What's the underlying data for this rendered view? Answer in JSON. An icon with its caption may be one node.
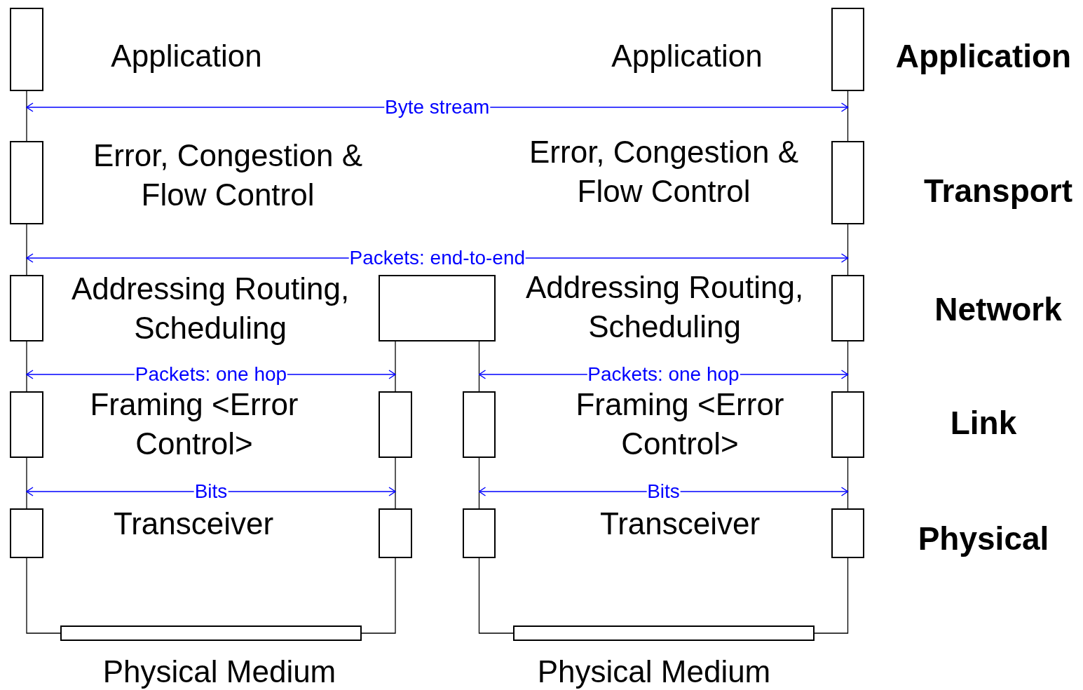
{
  "diagram": {
    "nodes": [
      {
        "text": [],
        "shape": "box",
        "beside": [
          "Application"
        ]
      },
      {
        "text": [],
        "shape": "box",
        "beside": [
          "Application"
        ]
      },
      {
        "text": [],
        "shape": "box",
        "beside": [
          "Error, Congestion & Flow Control"
        ]
      },
      {
        "text": [],
        "shape": "box",
        "beside": [
          "Error, Congestion & Flow Control"
        ]
      },
      {
        "text": [],
        "shape": "box",
        "beside": [
          "Addressing Routing, Scheduling"
        ]
      },
      {
        "text": [],
        "shape": "box"
      },
      {
        "text": [],
        "shape": "box",
        "beside": [
          "Addressing Routing, Scheduling"
        ]
      },
      {
        "text": [],
        "shape": "box",
        "beside": [
          "Framing <Error Control>"
        ]
      },
      {
        "text": [],
        "shape": "box"
      },
      {
        "text": [],
        "shape": "box"
      },
      {
        "text": [],
        "shape": "box",
        "beside": [
          "Framing <Error Control>"
        ]
      },
      {
        "text": [],
        "shape": "box",
        "beside": [
          "Transceiver"
        ]
      },
      {
        "text": [],
        "shape": "box"
      },
      {
        "text": [],
        "shape": "box"
      },
      {
        "text": [],
        "shape": "box",
        "beside": [
          "Transceiver"
        ]
      },
      {
        "text": [],
        "shape": "bar",
        "beside": [
          "Physical Medium"
        ]
      },
      {
        "text": [],
        "shape": "bar",
        "beside": [
          "Physical Medium"
        ]
      }
    ],
    "edges": [
      {
        "from": 0,
        "to": 2,
        "arrow": "none"
      },
      {
        "from": 2,
        "to": 4,
        "arrow": "none"
      },
      {
        "from": 4,
        "to": 7,
        "arrow": "none"
      },
      {
        "from": 7,
        "to": 11,
        "arrow": "none"
      },
      {
        "from": 11,
        "to": 15,
        "arrow": "none"
      },
      {
        "from": 5,
        "to": 8,
        "arrow": "none"
      },
      {
        "from": 5,
        "to": 9,
        "arrow": "none"
      },
      {
        "from": 8,
        "to": 12,
        "arrow": "none"
      },
      {
        "from": 9,
        "to": 13,
        "arrow": "none"
      },
      {
        "from": 12,
        "to": 15,
        "arrow": "none"
      },
      {
        "from": 13,
        "to": 16,
        "arrow": "none"
      },
      {
        "from": 1,
        "to": 3,
        "arrow": "none"
      },
      {
        "from": 3,
        "to": 6,
        "arrow": "none"
      },
      {
        "from": 6,
        "to": 10,
        "arrow": "none"
      },
      {
        "from": 10,
        "to": 14,
        "arrow": "none"
      },
      {
        "from": 14,
        "to": 16,
        "arrow": "none"
      },
      {
        "from": 0,
        "to": 1,
        "arrow": "both",
        "label": "Byte stream",
        "color": "#0000ff"
      },
      {
        "from": 4,
        "to": 6,
        "arrow": "both",
        "label": "Packets: end-to-end",
        "color": "#0000ff"
      },
      {
        "from": 7,
        "to": 8,
        "arrow": "both",
        "label": "Packets: one hop",
        "color": "#0000ff"
      },
      {
        "from": 9,
        "to": 10,
        "arrow": "both",
        "label": "Packets: one hop",
        "color": "#0000ff"
      },
      {
        "from": 11,
        "to": 12,
        "arrow": "both",
        "label": "Bits",
        "color": "#0000ff"
      },
      {
        "from": 13,
        "to": 14,
        "arrow": "both",
        "label": "Bits",
        "color": "#0000ff"
      }
    ],
    "labels": [
      "Application",
      "Transport",
      "Network",
      "Link",
      "Physical"
    ]
  }
}
